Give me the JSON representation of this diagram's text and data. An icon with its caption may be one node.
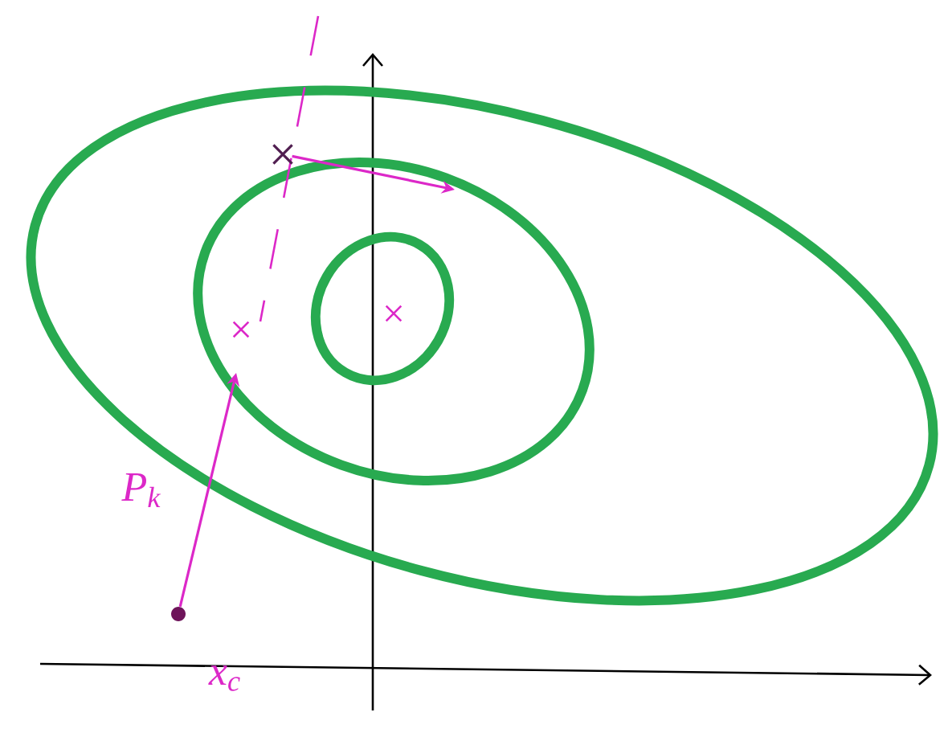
{
  "diagram": {
    "nodes": [
      {
        "text": [],
        "shape": "circle"
      },
      {
        "text": [],
        "shape": "cross"
      }
    ],
    "edges": [
      {
        "from": 0,
        "to": null,
        "arrow": "to"
      },
      {
        "from": 1,
        "to": null,
        "arrow": "to"
      }
    ],
    "labels": [
      "P$_{k}$",
      "x$_{c}$"
    ]
  }
}
